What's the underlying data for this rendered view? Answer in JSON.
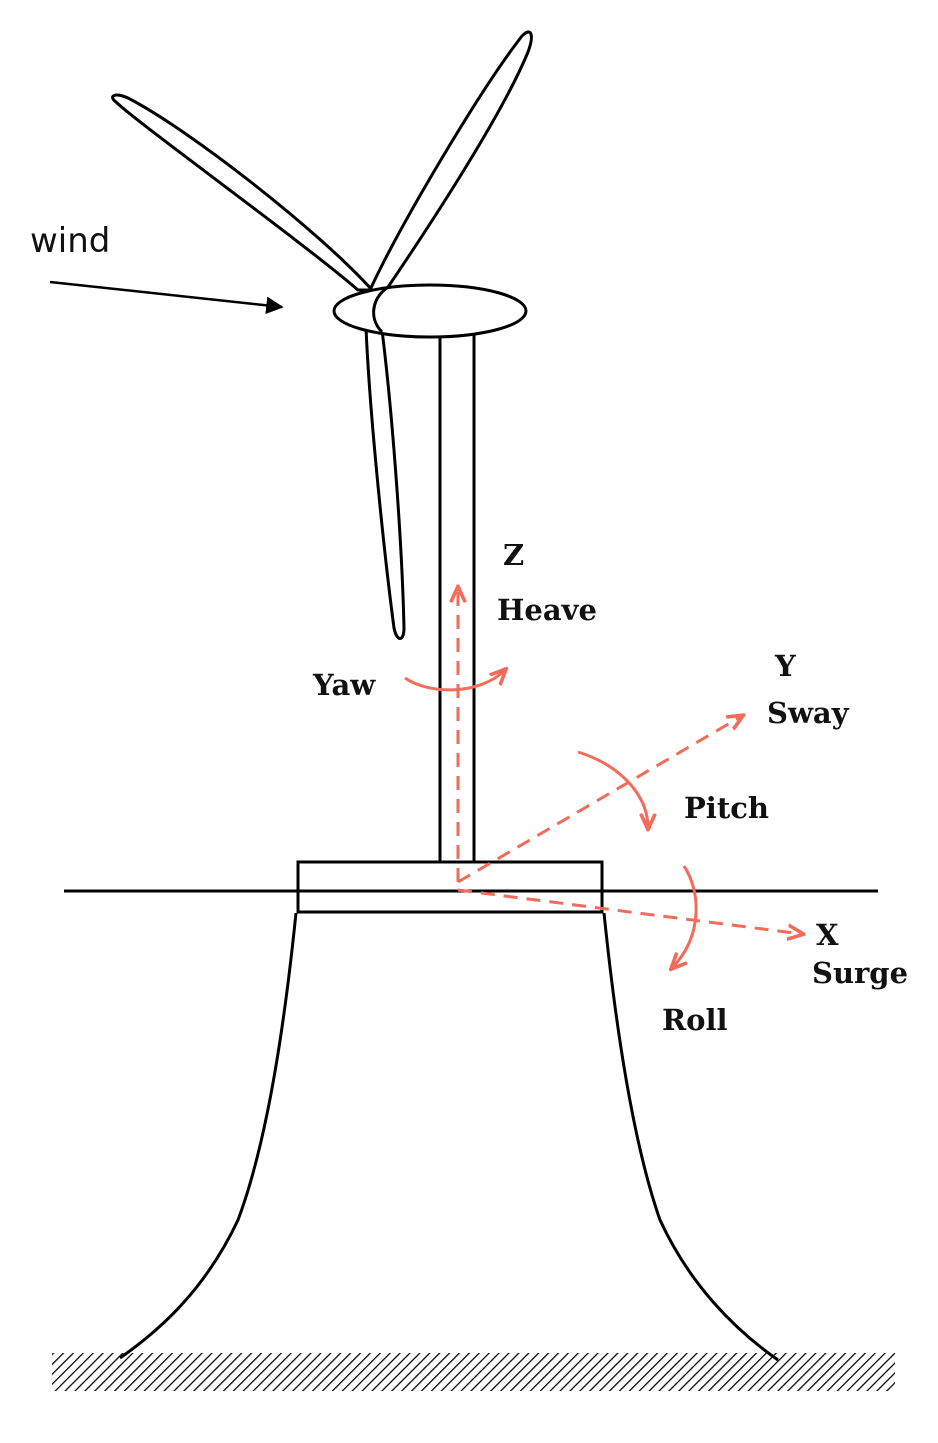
{
  "labels": {
    "wind": "wind",
    "z": "Z",
    "heave": "Heave",
    "yaw": "Yaw",
    "y": "Y",
    "sway": "Sway",
    "pitch": "Pitch",
    "x": "X",
    "surge": "Surge",
    "roll": "Roll"
  },
  "colors": {
    "motion_arrows": "#f26b5b",
    "structure": "#000000",
    "background": "#ffffff"
  }
}
